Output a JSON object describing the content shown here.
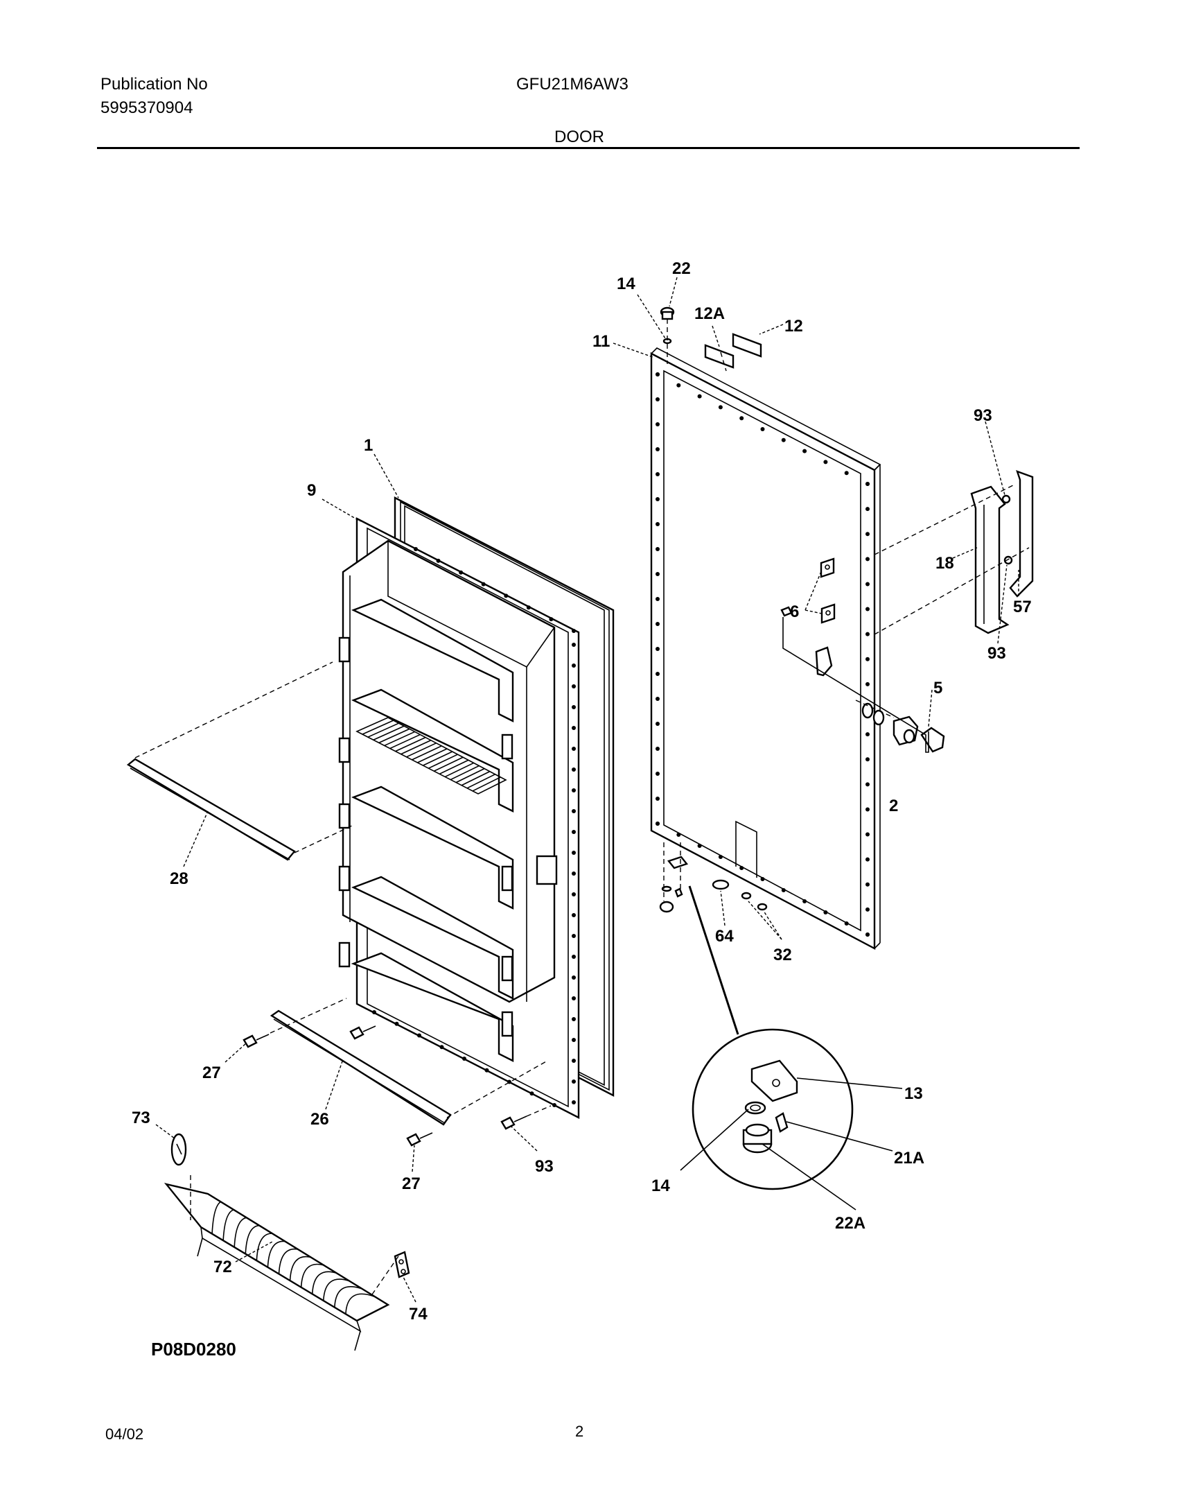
{
  "header": {
    "publication_label": "Publication No",
    "publication_number": "5995370904",
    "model": "GFU21M6AW3",
    "section": "DOOR"
  },
  "diagram": {
    "drawing_code": "P08D0280",
    "callouts": {
      "c1": "1",
      "c9": "9",
      "c28": "28",
      "c27a": "27",
      "c27b": "27",
      "c26": "26",
      "c73": "73",
      "c72": "72",
      "c74": "74",
      "c93a": "93",
      "c22": "22",
      "c14a": "14",
      "c12a": "12A",
      "c12": "12",
      "c11": "11",
      "c93b": "93",
      "c18": "18",
      "c57": "57",
      "c93c": "93",
      "c6": "6",
      "c5": "5",
      "c2": "2",
      "c64": "64",
      "c32": "32",
      "c13": "13",
      "c14b": "14",
      "c21a": "21A",
      "c22a": "22A"
    }
  },
  "footer": {
    "date": "04/02",
    "page": "2"
  }
}
